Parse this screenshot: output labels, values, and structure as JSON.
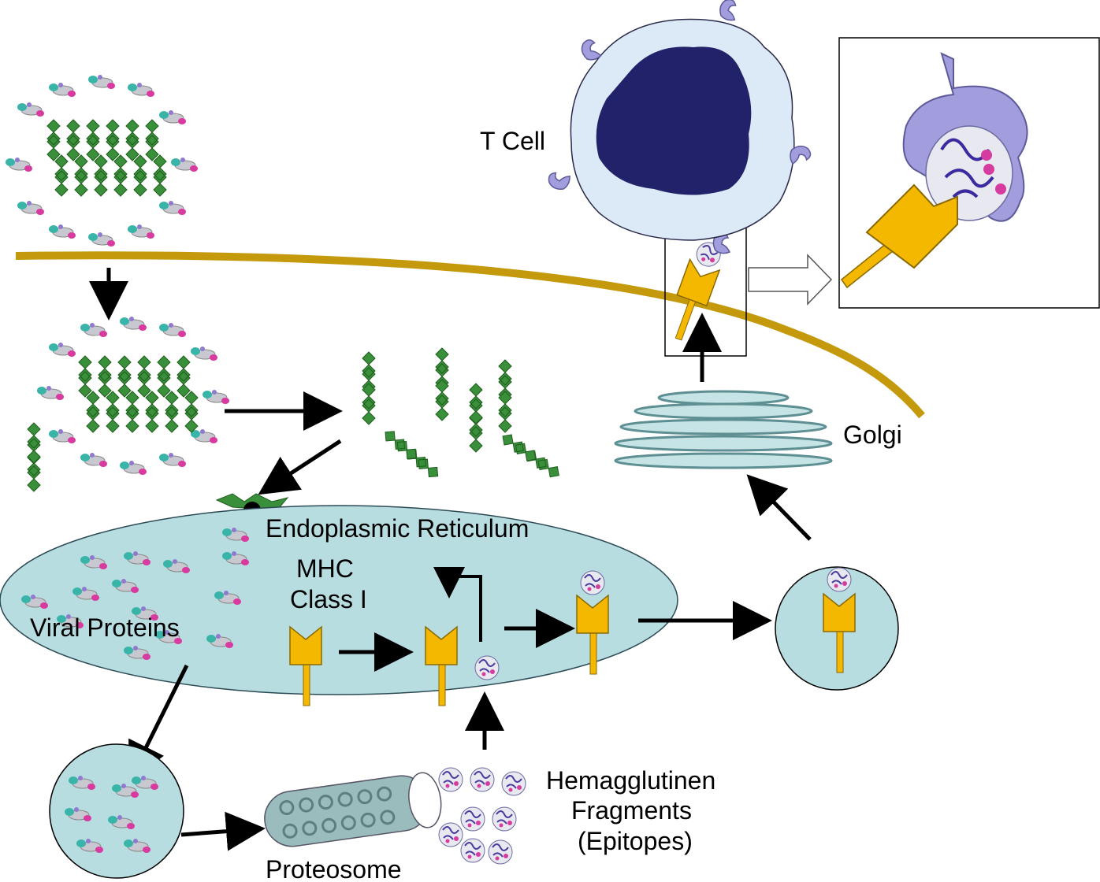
{
  "labels": {
    "t_cell": "T Cell",
    "golgi": "Golgi",
    "endoplasmic_reticulum": "Endoplasmic Reticulum",
    "mhc_line1": "MHC",
    "mhc_line2": "Class I",
    "viral_proteins": "Viral Proteins",
    "hemagglutinen_line1": "Hemagglutinen",
    "hemagglutinen_line2": "Fragments",
    "hemagglutinen_line3": "(Epitopes)",
    "proteosome": "Proteosome"
  },
  "colors": {
    "membrane": "#c49a0c",
    "er_fill": "#b8dde0",
    "mhc": "#f5b800",
    "rna": "#2e8a2e",
    "t_cell_cytoplasm": "#dce9f7",
    "t_cell_nucleus": "#22226b",
    "receptor": "#9a96d6",
    "epitope": "#d63ba0",
    "golgi": "#b8dde0",
    "proteosome": "#8fb0b0"
  }
}
